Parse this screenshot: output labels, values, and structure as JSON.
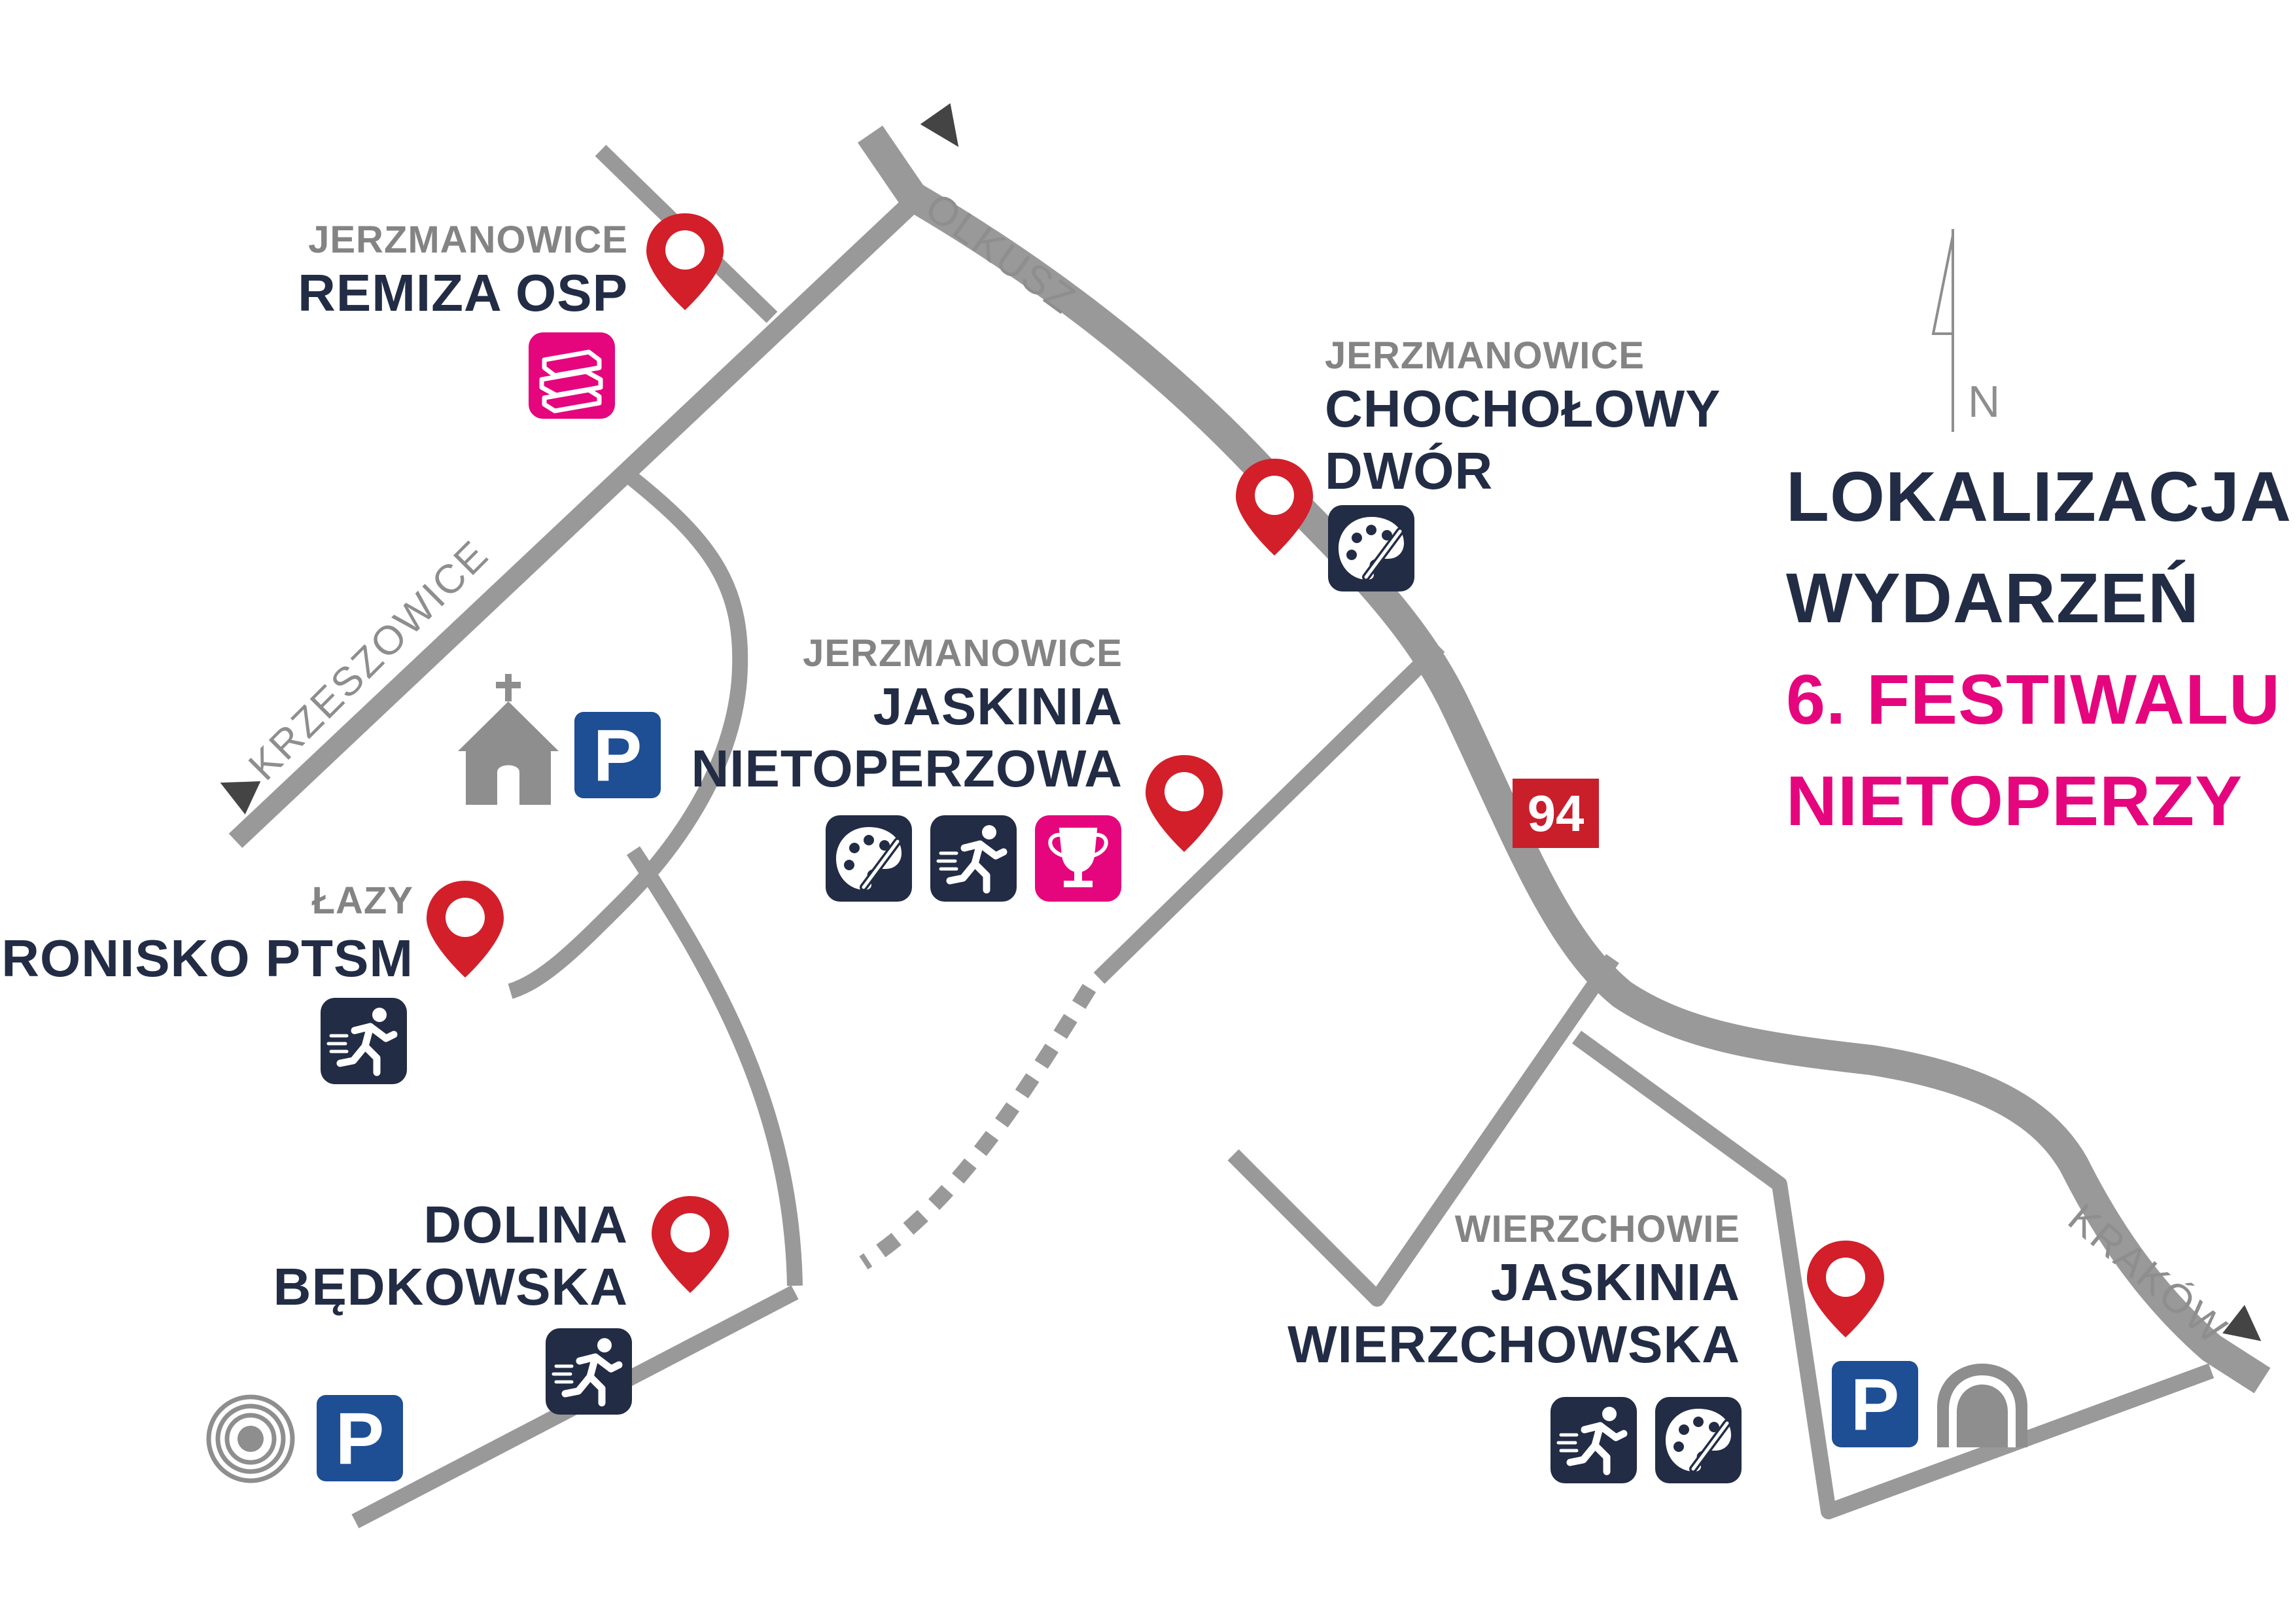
{
  "title": {
    "line1": "LOKALIZACJA",
    "line2": "WYDARZEŃ",
    "line3": "6. FESTIWALU",
    "line4": "NIETOPERZY"
  },
  "colors": {
    "navy": "#222c45",
    "magenta": "#e5067e",
    "road_gray": "#999999",
    "pin_red": "#d21f2a",
    "parking_blue": "#1e4e94",
    "route_red": "#c91f2b"
  },
  "north_label": "N",
  "route_number": "94",
  "directions": {
    "olkusz": "OLKUSZ",
    "krzeszowice": "KRZESZOWICE",
    "krakow": "KRAKÓW"
  },
  "locations": {
    "remiza": {
      "town": "JERZMANOWICE",
      "name": "REMIZA OSP",
      "icons": [
        "books-icon"
      ]
    },
    "chocholowy": {
      "town": "JERZMANOWICE",
      "name_line1": "CHOCHOŁOWY",
      "name_line2": "DWÓR",
      "icons": [
        "palette-icon"
      ]
    },
    "nietoperzowa": {
      "town": "JERZMANOWICE",
      "name_line1": "JASKINIA",
      "name_line2": "NIETOPERZOWA",
      "icons": [
        "palette-icon",
        "runner-icon",
        "trophy-icon"
      ]
    },
    "lazy": {
      "town": "ŁAZY",
      "name": "SCHRONISKO PTSM",
      "icons": [
        "runner-icon"
      ]
    },
    "bedkowska": {
      "name_line1": "DOLINA",
      "name_line2": "BĘDKOWSKA",
      "icons": [
        "runner-icon"
      ]
    },
    "wierzchowska": {
      "town": "WIERZCHOWIE",
      "name_line1": "JASKINIA",
      "name_line2": "WIERZCHOWSKA",
      "icons": [
        "runner-icon",
        "palette-icon"
      ]
    }
  },
  "parking_label": "P"
}
